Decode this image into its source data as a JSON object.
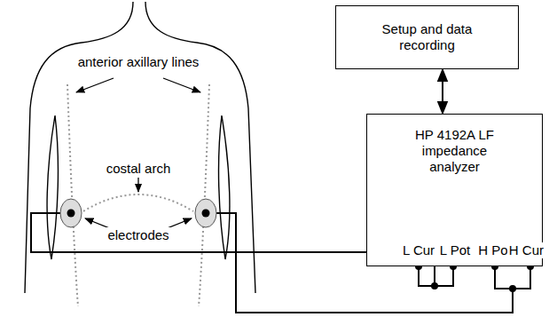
{
  "diagram": {
    "nodes": [
      {
        "text": [
          "Setup and data recording"
        ]
      },
      {
        "text": [
          "HP 4192A LF impedance analyzer"
        ]
      }
    ],
    "edges": [
      {
        "from": 0,
        "to": 1,
        "arrow": "both"
      }
    ],
    "labels": [
      "anterior axillary lines",
      "costal arch",
      "electrodes",
      "L Cur",
      "L Pot",
      "H Pot",
      "H Cur"
    ]
  }
}
